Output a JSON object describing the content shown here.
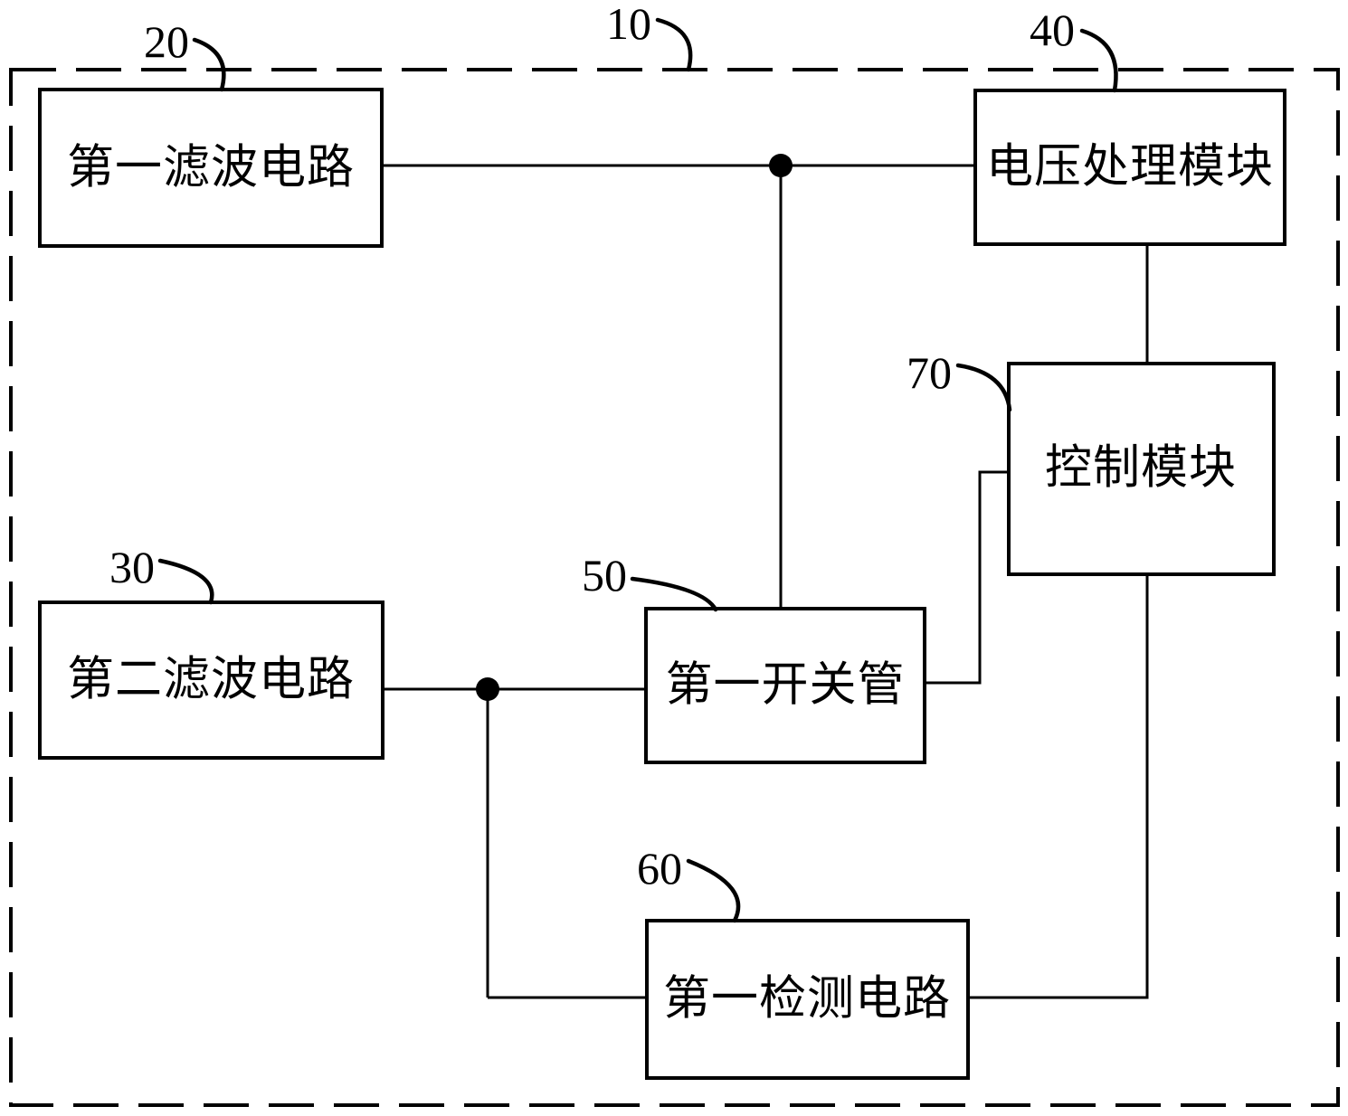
{
  "figure": {
    "fig_ref": "10",
    "blocks": [
      {
        "ref": "20",
        "label": "第一滤波电路"
      },
      {
        "ref": "30",
        "label": "第二滤波电路"
      },
      {
        "ref": "40",
        "label": "电压处理模块"
      },
      {
        "ref": "50",
        "label": "第一开关管"
      },
      {
        "ref": "60",
        "label": "第一检测电路"
      },
      {
        "ref": "70",
        "label": "控制模块"
      }
    ],
    "colors": {
      "ink": "#000000",
      "paper": "#ffffff"
    }
  }
}
